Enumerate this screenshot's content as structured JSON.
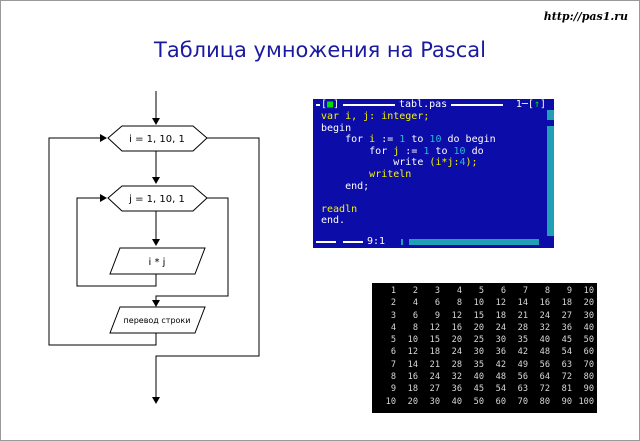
{
  "site_url": "http://pas1.ru",
  "title": "Таблица умножения на Pascal",
  "flowchart": {
    "outer_loop_label": "i = 1, 10, 1",
    "inner_loop_label": "j = 1, 10, 1",
    "output_label": "i * j",
    "newline_label": "перевод строки"
  },
  "editor": {
    "close_icon_text": "■",
    "title": "tabl.pas",
    "window_number": "1",
    "zoom_icon_text": "↑",
    "cursor_position": "9:1",
    "code_lines": [
      "var i, j: integer;",
      "begin",
      "    for i := 1 to 10 do begin",
      "        for j := 1 to 10 do",
      "            write (i*j:4);",
      "        writeln",
      "    end;",
      "",
      "readln",
      "end."
    ],
    "colors": {
      "background": "#0c0ca8",
      "text": "#ffffff",
      "highlight": "#f4f400",
      "number": "#26b8d6",
      "scrollbar": "#1fa0b4"
    }
  },
  "console": {
    "rows": [
      [
        "1",
        "2",
        "3",
        "4",
        "5",
        "6",
        "7",
        "8",
        "9",
        "10"
      ],
      [
        "2",
        "4",
        "6",
        "8",
        "10",
        "12",
        "14",
        "16",
        "18",
        "20"
      ],
      [
        "3",
        "6",
        "9",
        "12",
        "15",
        "18",
        "21",
        "24",
        "27",
        "30"
      ],
      [
        "4",
        "8",
        "12",
        "16",
        "20",
        "24",
        "28",
        "32",
        "36",
        "40"
      ],
      [
        "5",
        "10",
        "15",
        "20",
        "25",
        "30",
        "35",
        "40",
        "45",
        "50"
      ],
      [
        "6",
        "12",
        "18",
        "24",
        "30",
        "36",
        "42",
        "48",
        "54",
        "60"
      ],
      [
        "7",
        "14",
        "21",
        "28",
        "35",
        "42",
        "49",
        "56",
        "63",
        "70"
      ],
      [
        "8",
        "16",
        "24",
        "32",
        "40",
        "48",
        "56",
        "64",
        "72",
        "80"
      ],
      [
        "9",
        "18",
        "27",
        "36",
        "45",
        "54",
        "63",
        "72",
        "81",
        "90"
      ],
      [
        "10",
        "20",
        "30",
        "40",
        "50",
        "60",
        "70",
        "80",
        "90",
        "100"
      ]
    ]
  }
}
